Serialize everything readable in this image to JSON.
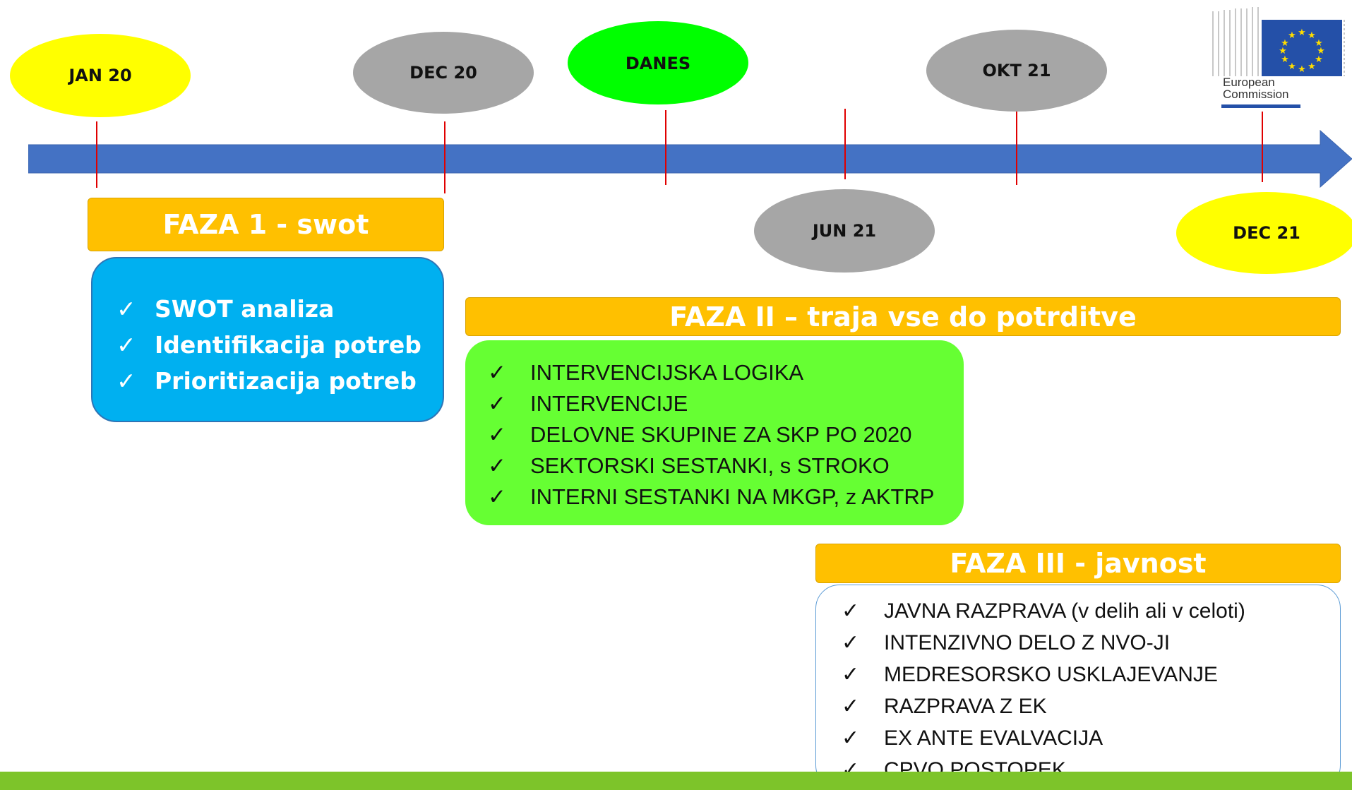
{
  "timeline": {
    "milestones": [
      {
        "label": "JAN 20",
        "color": "#ffff00"
      },
      {
        "label": "DEC 20",
        "color": "#a6a6a6"
      },
      {
        "label": "DANES",
        "color": "#00ff00"
      },
      {
        "label": "JUN 21",
        "color": "#a6a6a6"
      },
      {
        "label": "OKT 21",
        "color": "#a6a6a6"
      },
      {
        "label": "DEC 21",
        "color": "#ffff00"
      }
    ]
  },
  "logo": {
    "line1": "European",
    "line2": "Commission"
  },
  "phases": [
    {
      "title": "FAZA 1 - swot",
      "items": [
        "SWOT analiza",
        "Identifikacija potreb",
        "Prioritizacija potreb"
      ]
    },
    {
      "title": "FAZA II – traja vse do potrditve",
      "items": [
        "INTERVENCIJSKA LOGIKA",
        "INTERVENCIJE",
        "DELOVNE SKUPINE ZA SKP PO 2020",
        "SEKTORSKI SESTANKI, s STROKO",
        "INTERNI SESTANKI NA MKGP, z AKTRP"
      ]
    },
    {
      "title": "FAZA III - javnost",
      "items": [
        "JAVNA RAZPRAVA (v delih ali v celoti)",
        "INTENZIVNO DELO Z NVO-JI",
        "MEDRESORSKO USKLAJEVANJE",
        "RAZPRAVA Z EK",
        "EX ANTE EVALVACIJA",
        "CPVO POSTOPEK"
      ]
    }
  ],
  "checkmark": "✓",
  "colors": {
    "arrow": "#4472c4",
    "phase_header": "#ffc000",
    "phase1_panel": "#00b0f0",
    "phase2_panel": "#66ff33",
    "tick": "#e00000",
    "bottom_bar": "#7dc42a"
  }
}
